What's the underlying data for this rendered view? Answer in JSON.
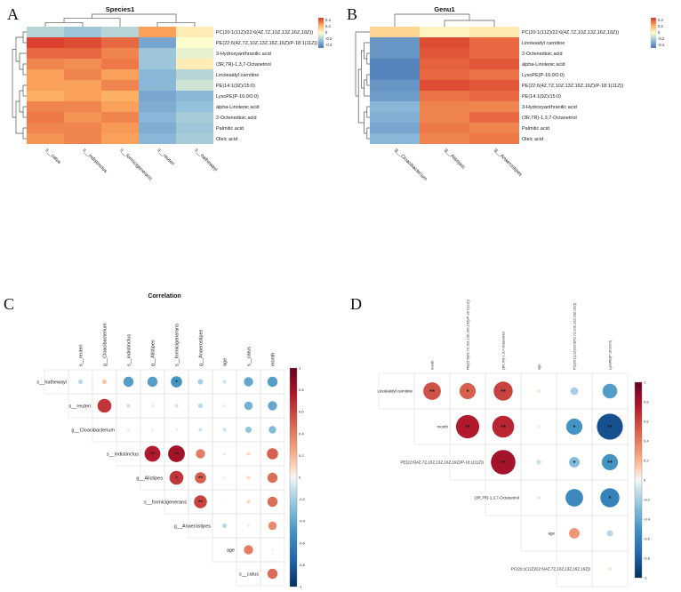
{
  "chart_data": [
    {
      "panel": "A",
      "type": "heatmap",
      "title": "Species1",
      "columns": [
        "s__catus",
        "s__indistinctus",
        "s__formicigenerans",
        "s__reuteri",
        "s__hathewayi"
      ],
      "rows": [
        "PC(20:1(11Z)/22:6(4Z,7Z,10Z,13Z,16Z,19Z))",
        "PE(22:6(4Z,7Z,10Z,13Z,16Z,19Z)/P-18:1(11Z))",
        "3-Hydroxyanthranilic acid",
        "(3R,7R)-1,3,7-Octanetriol",
        "Linoleaidyl carnitine",
        "PE(14:1(9Z)/15:0)",
        "LysoPE(P-16:0/0:0)",
        "alpha-Linolenic acid",
        "2-Octenedioic acid",
        "Palmitic acid",
        "Oleic acid"
      ],
      "values": [
        [
          -0.15,
          -0.2,
          -0.15,
          0.25,
          0.05
        ],
        [
          0.42,
          0.4,
          0.35,
          -0.3,
          0.0
        ],
        [
          0.35,
          0.35,
          0.3,
          -0.2,
          -0.05
        ],
        [
          0.3,
          0.28,
          0.32,
          -0.2,
          0.05
        ],
        [
          0.25,
          0.3,
          0.25,
          -0.25,
          -0.15
        ],
        [
          0.25,
          0.25,
          0.3,
          -0.25,
          -0.1
        ],
        [
          0.22,
          0.25,
          0.22,
          -0.3,
          -0.25
        ],
        [
          0.3,
          0.3,
          0.25,
          -0.28,
          -0.22
        ],
        [
          0.32,
          0.27,
          0.3,
          -0.25,
          -0.18
        ],
        [
          0.3,
          0.3,
          0.26,
          -0.28,
          -0.2
        ],
        [
          0.27,
          0.3,
          0.25,
          -0.25,
          -0.18
        ]
      ],
      "scale": {
        "min": -0.45,
        "max": 0.45,
        "legend_ticks": [
          "0.4",
          "0.2",
          "0",
          "-0.2",
          "-0.4"
        ]
      }
    },
    {
      "panel": "B",
      "type": "heatmap",
      "title": "Genu1",
      "columns": [
        "g__Cloacibacterium",
        "g__Alistipes",
        "g__Anaerostipes"
      ],
      "rows": [
        "PC(20:1(11Z)/22:6(4Z,7Z,10Z,13Z,16Z,19Z))",
        "Linoleaidyl carnitine",
        "2-Octenedioic acid",
        "alpha-Linolenic acid",
        "LysoPE(P-16:0/0:0)",
        "PE(22:6(4Z,7Z,10Z,13Z,16Z,19Z)/P-18:1(11Z))",
        "PE(14:1(9Z)/15:0)",
        "3-Hydroxyanthranilic acid",
        "(3R,7R)-1,3,7-Octanetriol",
        "Palmitic acid",
        "Oleic acid"
      ],
      "values": [
        [
          0.12,
          0.03,
          0.06
        ],
        [
          -0.35,
          0.4,
          0.35
        ],
        [
          -0.35,
          0.38,
          0.35
        ],
        [
          -0.4,
          0.36,
          0.38
        ],
        [
          -0.4,
          0.35,
          0.33
        ],
        [
          -0.35,
          0.4,
          0.38
        ],
        [
          -0.33,
          0.33,
          0.35
        ],
        [
          -0.25,
          0.3,
          0.3
        ],
        [
          -0.27,
          0.3,
          0.35
        ],
        [
          -0.3,
          0.32,
          0.3
        ],
        [
          -0.25,
          0.3,
          0.32
        ]
      ],
      "scale": {
        "min": -0.45,
        "max": 0.45,
        "legend_ticks": [
          "0.4",
          "0.2",
          "0",
          "-0.2",
          "-0.4"
        ]
      }
    },
    {
      "panel": "C",
      "type": "heatmap",
      "variant": "correlogram-upper",
      "title": "Correlation",
      "variables": [
        "s__hathewayi",
        "s__reuteri",
        "g__Cloacibacterium",
        "s__indistinctus",
        "g__Alistipes",
        "s__formicigenerans",
        "g__Anaerostipes",
        "age",
        "s__catus",
        "month"
      ],
      "cells": [
        {
          "r": 0,
          "c": 1,
          "v": -0.15,
          "sig": ""
        },
        {
          "r": 0,
          "c": 2,
          "v": 0.15,
          "sig": ""
        },
        {
          "r": 0,
          "c": 3,
          "v": -0.45,
          "sig": ""
        },
        {
          "r": 0,
          "c": 4,
          "v": -0.45,
          "sig": ""
        },
        {
          "r": 0,
          "c": 5,
          "v": -0.5,
          "sig": "*"
        },
        {
          "r": 0,
          "c": 6,
          "v": -0.2,
          "sig": ""
        },
        {
          "r": 0,
          "c": 7,
          "v": -0.1,
          "sig": ""
        },
        {
          "r": 0,
          "c": 8,
          "v": -0.4,
          "sig": ""
        },
        {
          "r": 0,
          "c": 9,
          "v": -0.45,
          "sig": ""
        },
        {
          "r": 1,
          "c": 2,
          "v": 0.65,
          "sig": ""
        },
        {
          "r": 1,
          "c": 3,
          "v": -0.1,
          "sig": ""
        },
        {
          "r": 1,
          "c": 4,
          "v": -0.05,
          "sig": ""
        },
        {
          "r": 1,
          "c": 5,
          "v": -0.1,
          "sig": ""
        },
        {
          "r": 1,
          "c": 6,
          "v": -0.15,
          "sig": ""
        },
        {
          "r": 1,
          "c": 7,
          "v": 0.05,
          "sig": ""
        },
        {
          "r": 1,
          "c": 8,
          "v": -0.35,
          "sig": ""
        },
        {
          "r": 1,
          "c": 9,
          "v": -0.4,
          "sig": ""
        },
        {
          "r": 2,
          "c": 3,
          "v": 0.05,
          "sig": ""
        },
        {
          "r": 2,
          "c": 4,
          "v": -0.05,
          "sig": ""
        },
        {
          "r": 2,
          "c": 5,
          "v": -0.05,
          "sig": ""
        },
        {
          "r": 2,
          "c": 6,
          "v": -0.1,
          "sig": ""
        },
        {
          "r": 2,
          "c": 7,
          "v": -0.1,
          "sig": ""
        },
        {
          "r": 2,
          "c": 8,
          "v": -0.25,
          "sig": ""
        },
        {
          "r": 2,
          "c": 9,
          "v": -0.3,
          "sig": ""
        },
        {
          "r": 3,
          "c": 4,
          "v": 0.75,
          "sig": "**"
        },
        {
          "r": 3,
          "c": 5,
          "v": 0.8,
          "sig": "**"
        },
        {
          "r": 3,
          "c": 6,
          "v": 0.4,
          "sig": ""
        },
        {
          "r": 3,
          "c": 7,
          "v": -0.05,
          "sig": ""
        },
        {
          "r": 3,
          "c": 8,
          "v": 0.1,
          "sig": ""
        },
        {
          "r": 3,
          "c": 9,
          "v": 0.5,
          "sig": ""
        },
        {
          "r": 4,
          "c": 5,
          "v": 0.65,
          "sig": "*"
        },
        {
          "r": 4,
          "c": 6,
          "v": 0.5,
          "sig": "**"
        },
        {
          "r": 4,
          "c": 7,
          "v": 0.05,
          "sig": ""
        },
        {
          "r": 4,
          "c": 8,
          "v": 0.1,
          "sig": ""
        },
        {
          "r": 4,
          "c": 9,
          "v": 0.45,
          "sig": ""
        },
        {
          "r": 5,
          "c": 6,
          "v": 0.6,
          "sig": "**"
        },
        {
          "r": 5,
          "c": 7,
          "v": 0.0,
          "sig": ""
        },
        {
          "r": 5,
          "c": 8,
          "v": 0.1,
          "sig": ""
        },
        {
          "r": 5,
          "c": 9,
          "v": 0.45,
          "sig": ""
        },
        {
          "r": 6,
          "c": 7,
          "v": -0.15,
          "sig": ""
        },
        {
          "r": 6,
          "c": 8,
          "v": 0.05,
          "sig": ""
        },
        {
          "r": 6,
          "c": 9,
          "v": 0.35,
          "sig": ""
        },
        {
          "r": 7,
          "c": 8,
          "v": 0.4,
          "sig": ""
        },
        {
          "r": 7,
          "c": 9,
          "v": 0.03,
          "sig": ""
        },
        {
          "r": 8,
          "c": 9,
          "v": 0.45,
          "sig": ""
        }
      ],
      "colorbar_ticks": [
        "1",
        "0.8",
        "0.6",
        "0.4",
        "0.2",
        "0",
        "-0.2",
        "-0.4",
        "-0.6",
        "-0.8",
        "-1"
      ],
      "scale": {
        "min": -1,
        "max": 1
      }
    },
    {
      "panel": "D",
      "type": "heatmap",
      "variant": "correlogram-upper",
      "title": "",
      "variables": [
        "Linoleaidyl carnitine",
        "month",
        "PE(22:6(4Z,7Z,10Z,13Z,16Z,19Z)/P-18:1(11Z))",
        "(3R,7R)-1,3,7-Octanetriol",
        "age",
        "PC(20:1(11Z)/22:6(4Z,7Z,10Z,13Z,16Z,19Z))",
        "LysoPE(P-16:0/0:0)"
      ],
      "cells": [
        {
          "r": 0,
          "c": 1,
          "v": 0.55,
          "sig": "**"
        },
        {
          "r": 0,
          "c": 2,
          "v": 0.5,
          "sig": "*"
        },
        {
          "r": 0,
          "c": 3,
          "v": 0.6,
          "sig": "**"
        },
        {
          "r": 0,
          "c": 4,
          "v": 0.05,
          "sig": ""
        },
        {
          "r": 0,
          "c": 5,
          "v": -0.2,
          "sig": ""
        },
        {
          "r": 0,
          "c": 6,
          "v": -0.45,
          "sig": ""
        },
        {
          "r": 1,
          "c": 2,
          "v": 0.75,
          "sig": "**"
        },
        {
          "r": 1,
          "c": 3,
          "v": 0.7,
          "sig": "**"
        },
        {
          "r": 1,
          "c": 4,
          "v": 0.03,
          "sig": ""
        },
        {
          "r": 1,
          "c": 5,
          "v": -0.5,
          "sig": "*"
        },
        {
          "r": 1,
          "c": 6,
          "v": -0.85,
          "sig": "**"
        },
        {
          "r": 2,
          "c": 3,
          "v": 0.8,
          "sig": "**"
        },
        {
          "r": 2,
          "c": 4,
          "v": -0.1,
          "sig": ""
        },
        {
          "r": 2,
          "c": 5,
          "v": -0.3,
          "sig": "*"
        },
        {
          "r": 2,
          "c": 6,
          "v": -0.5,
          "sig": "**"
        },
        {
          "r": 3,
          "c": 4,
          "v": -0.05,
          "sig": ""
        },
        {
          "r": 3,
          "c": 5,
          "v": -0.55,
          "sig": ""
        },
        {
          "r": 3,
          "c": 6,
          "v": -0.6,
          "sig": "*"
        },
        {
          "r": 4,
          "c": 5,
          "v": 0.3,
          "sig": ""
        },
        {
          "r": 4,
          "c": 6,
          "v": -0.15,
          "sig": ""
        },
        {
          "r": 5,
          "c": 6,
          "v": 0.05,
          "sig": ""
        }
      ],
      "colorbar_ticks": [
        "1",
        "0.8",
        "0.6",
        "0.4",
        "0.2",
        "0",
        "-0.2",
        "-0.4",
        "-0.6",
        "-0.8",
        "-1"
      ],
      "scale": {
        "min": -1,
        "max": 1
      }
    }
  ]
}
